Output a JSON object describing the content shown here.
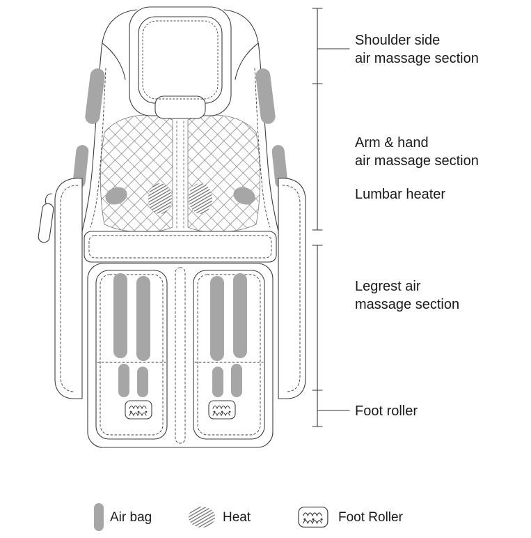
{
  "callouts": {
    "shoulder": {
      "line1": "Shoulder side",
      "line2": "air massage section"
    },
    "arm": {
      "line1": "Arm & hand",
      "line2": "air massage section"
    },
    "lumbar": {
      "line1": "Lumbar heater"
    },
    "legrest": {
      "line1": "Legrest air",
      "line2": "massage section"
    },
    "foot": {
      "line1": "Foot roller"
    }
  },
  "legend": {
    "airbag": "Air bag",
    "heat": "Heat",
    "foot_roller": "Foot Roller"
  },
  "icons": {
    "airbag": "gray-pill-shape",
    "heat": "hatched-ellipse",
    "foot_roller": "foot-roller-glyph"
  },
  "colors": {
    "line": "#3c3c3c",
    "airbag_fill": "#a6a6a6",
    "hatch_line": "#6f6f6f",
    "net_line": "#8a8a8a",
    "text": "#1a1a1a",
    "background": "#ffffff"
  }
}
